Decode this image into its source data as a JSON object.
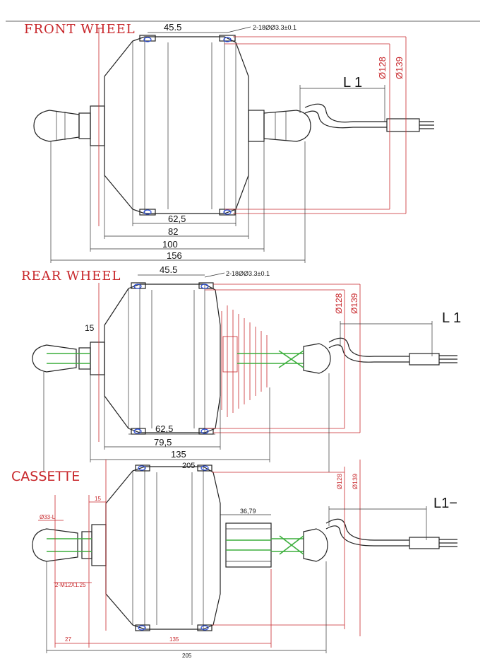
{
  "sections": {
    "front": {
      "title": "FRONT WHEEL",
      "d_top": "45.5",
      "hole_spec": "2-18ØØ3.3±0.1",
      "dia1": "Ø128",
      "dia2": "Ø139",
      "l1": "L 1",
      "d_62": "62,5",
      "d_82": "82",
      "d_100": "100",
      "d_156": "156"
    },
    "rear": {
      "title": "REAR WHEEL",
      "d_top": "45.5",
      "hole_spec": "2-18ØØ3.3±0.1",
      "dia1": "Ø128",
      "dia2": "Ø139",
      "l1": "L 1",
      "d_15": "15",
      "d_62": "62,5",
      "d_79": "79,5",
      "d_135": "135",
      "d_205": "205"
    },
    "cassette": {
      "title": "CASSETTE",
      "dia1": "Ø128",
      "dia2": "Ø139",
      "l1": "L1−",
      "d_15": "15",
      "d_3679": "36,79",
      "d_33": "Ø33-L",
      "thread": "2-M12X1.25",
      "d_27": "27",
      "d_135": "135",
      "d_205": "205"
    }
  }
}
